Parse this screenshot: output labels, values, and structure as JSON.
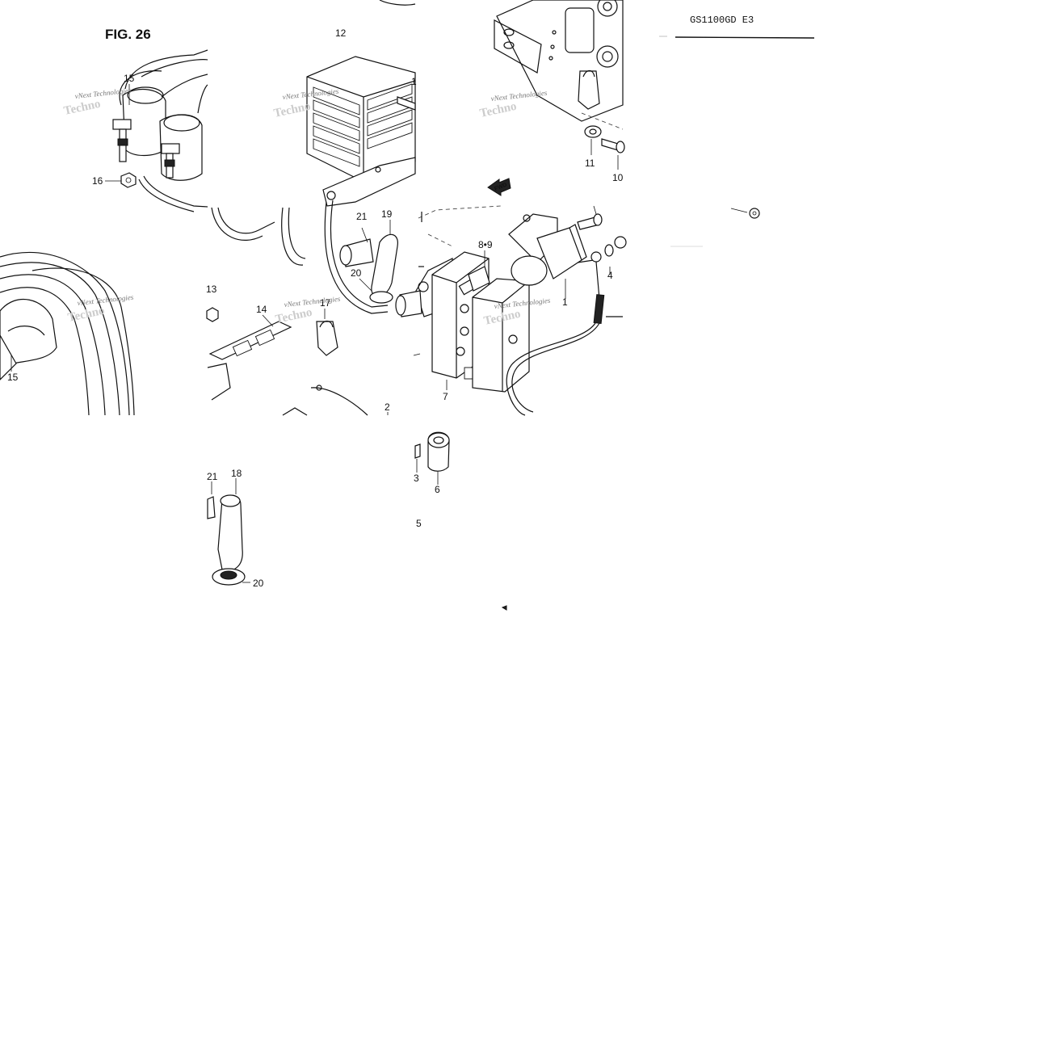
{
  "figure": {
    "title": "FIG. 26",
    "model": "GS1100GD E3"
  },
  "fwd_label": "FWD",
  "watermark": {
    "line1": "vNext Technologies",
    "line2": "Techno"
  },
  "callouts": [
    {
      "id": "c15a",
      "text": "15"
    },
    {
      "id": "c16",
      "text": "16"
    },
    {
      "id": "c15b",
      "text": "15"
    },
    {
      "id": "c12",
      "text": "12"
    },
    {
      "id": "c1a",
      "text": "1"
    },
    {
      "id": "c21a",
      "text": "21"
    },
    {
      "id": "c19",
      "text": "19"
    },
    {
      "id": "c20a",
      "text": "20"
    },
    {
      "id": "c13",
      "text": "13"
    },
    {
      "id": "c14",
      "text": "14"
    },
    {
      "id": "c17",
      "text": "17"
    },
    {
      "id": "c2",
      "text": "2"
    },
    {
      "id": "c11",
      "text": "11"
    },
    {
      "id": "c10",
      "text": "10"
    },
    {
      "id": "c89",
      "text": "8•9"
    },
    {
      "id": "c4",
      "text": "4"
    },
    {
      "id": "c1b",
      "text": "1"
    },
    {
      "id": "c7",
      "text": "7"
    },
    {
      "id": "c21b",
      "text": "21"
    },
    {
      "id": "c18",
      "text": "18"
    },
    {
      "id": "c20b",
      "text": "20"
    },
    {
      "id": "c3",
      "text": "3"
    },
    {
      "id": "c6",
      "text": "6"
    },
    {
      "id": "c5",
      "text": "5"
    }
  ]
}
